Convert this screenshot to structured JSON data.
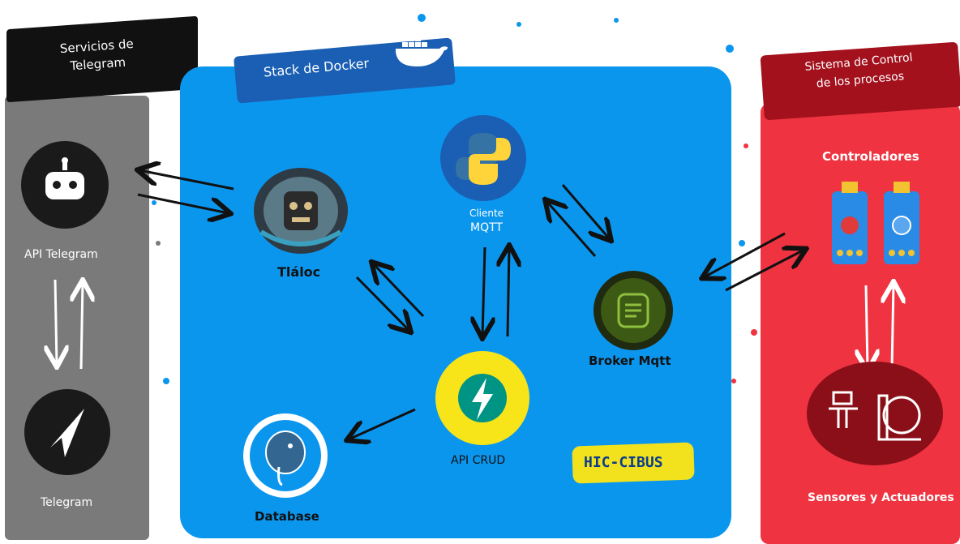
{
  "panels": {
    "telegram": {
      "title_line1": "Servicios de",
      "title_line2": "Telegram",
      "bg_color": "#7a7a7a",
      "banner_color": "#111111"
    },
    "docker": {
      "title": "Stack de Docker",
      "bg_color": "#0b96ee",
      "banner_color": "#1a5fb4"
    },
    "control": {
      "title_line1": "Sistema de Control",
      "title_line2": "de los procesos",
      "bg_color": "#ef3340",
      "banner_color": "#a3111d"
    }
  },
  "nodes": {
    "api_telegram": {
      "label": "API Telegram",
      "icon": "robot-icon"
    },
    "telegram": {
      "label": "Telegram",
      "icon": "send-icon"
    },
    "tlaloc": {
      "label": "Tláloc",
      "icon": "tlaloc-mask-icon"
    },
    "cliente_mqtt": {
      "label_line1": "Cliente",
      "label_line2": "MQTT",
      "icon": "python-icon"
    },
    "broker_mqtt": {
      "label": "Broker Mqtt",
      "icon": "mosquitto-broker-icon"
    },
    "api_crud": {
      "label": "API CRUD",
      "icon": "fastapi-bolt-icon"
    },
    "database": {
      "label": "Database",
      "icon": "postgresql-elephant-icon"
    },
    "controladores": {
      "label": "Controladores",
      "icon": "microcontroller-icon"
    },
    "sensores": {
      "label": "Sensores y Actuadores",
      "icon": "pump-sensor-icon"
    }
  },
  "logo": {
    "text": "HIC-CIBUS",
    "color": "#f2e21d"
  },
  "accent_colors": {
    "fastapi": "#009485",
    "python_blue": "#3673a5",
    "python_yellow": "#ffd43b",
    "broker": "#3c5a14"
  }
}
